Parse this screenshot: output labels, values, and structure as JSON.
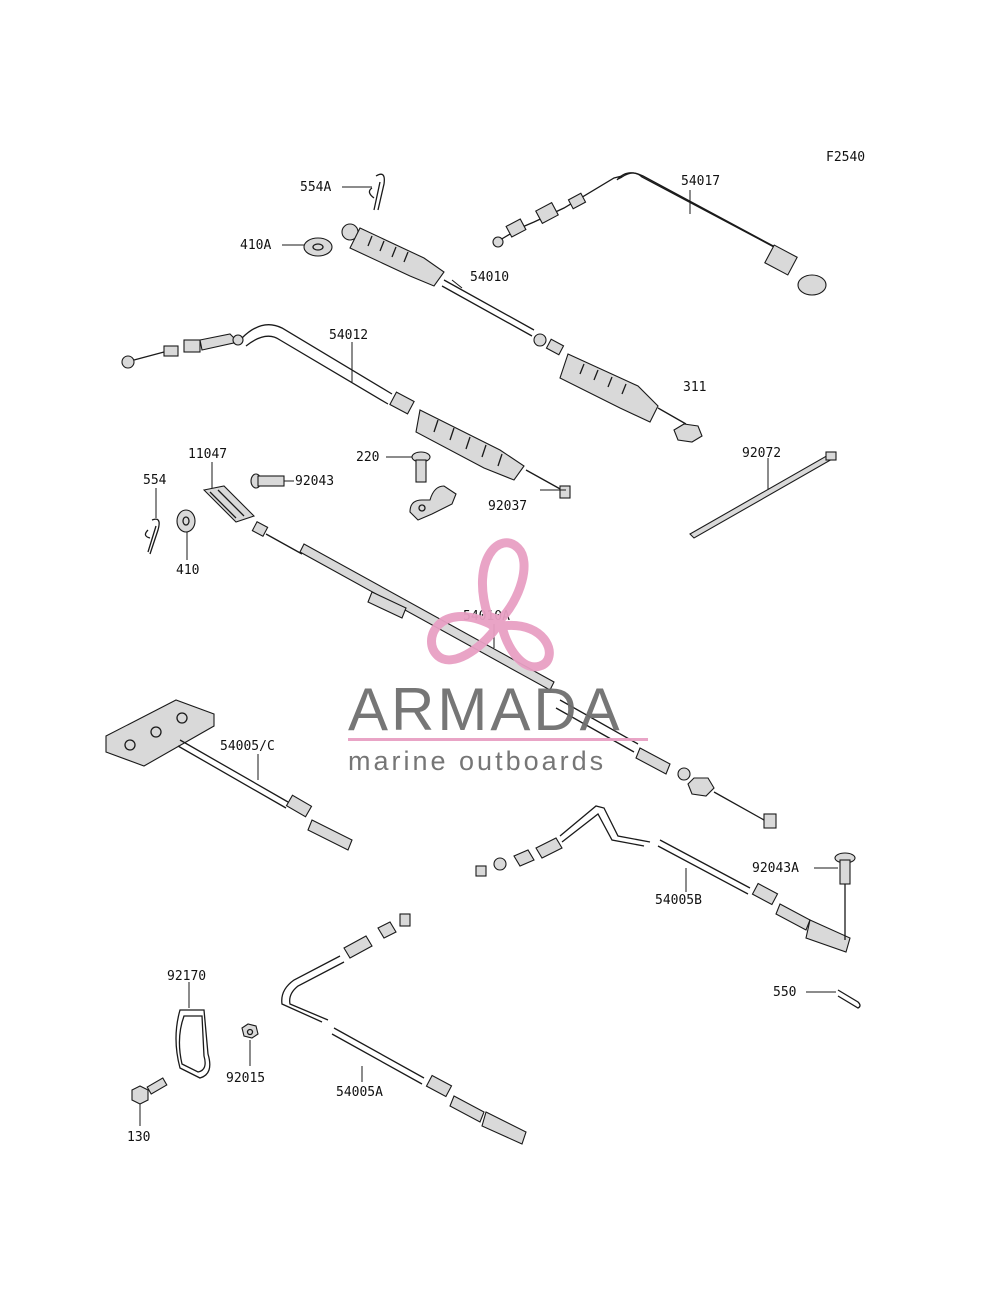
{
  "figure_code": "F2540",
  "parts": {
    "p554A": "554A",
    "p410A": "410A",
    "p54010": "54010",
    "p54017": "54017",
    "p54012": "54012",
    "p311": "311",
    "p92072": "92072",
    "p11047": "11047",
    "p220": "220",
    "p92043": "92043",
    "p92037": "92037",
    "p554": "554",
    "p410": "410",
    "p54010A": "54010A",
    "p54005C": "54005/C",
    "p92043A": "92043A",
    "p54005B": "54005B",
    "p550": "550",
    "p92170": "92170",
    "p92015": "92015",
    "p130": "130",
    "p54005A": "54005A"
  },
  "watermark": {
    "title": "ARMADA",
    "subtitle": "marine outboards",
    "accent_color": "#e8a0c4",
    "text_color": "#6f6f6f"
  }
}
